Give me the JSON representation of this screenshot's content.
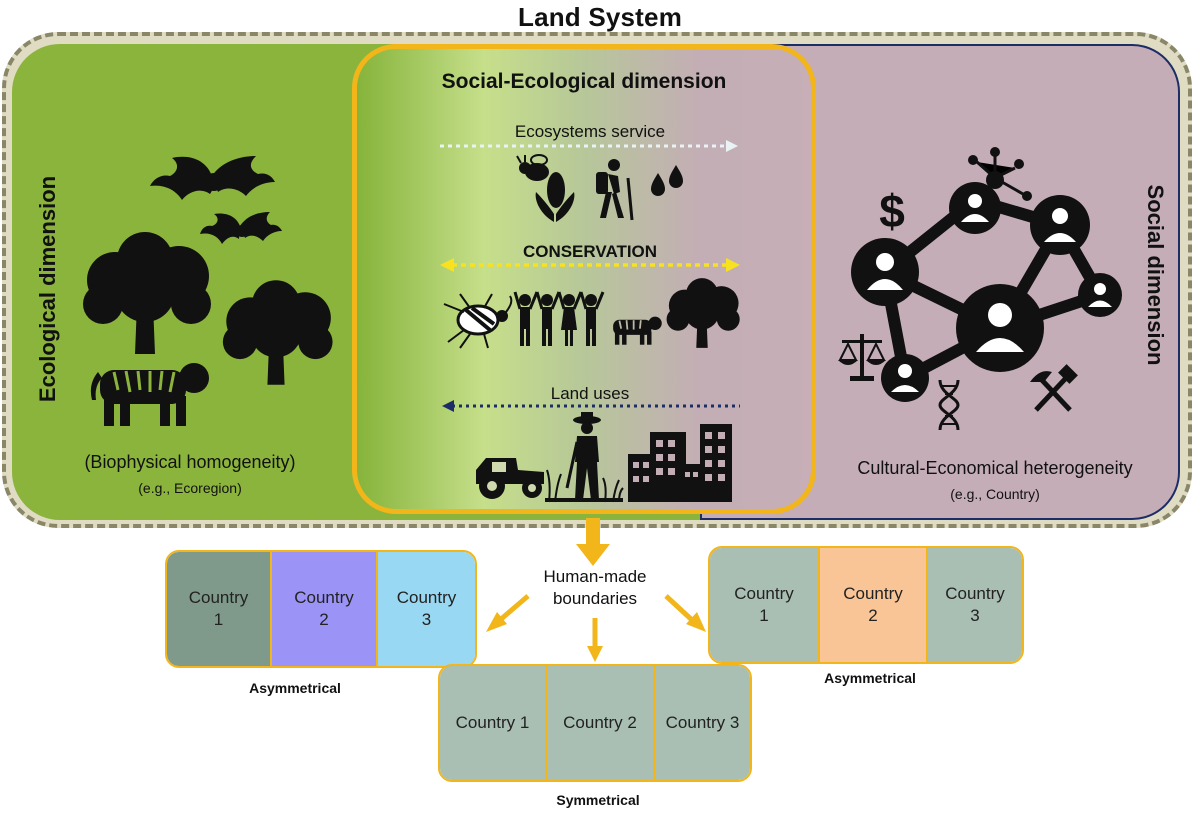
{
  "title": "Land System",
  "ecological": {
    "label": "Ecological dimension",
    "caption": "(Biophysical homogeneity)",
    "example": "(e.g., Ecoregion)"
  },
  "social": {
    "label": "Social dimension",
    "caption": "Cultural-Economical heterogeneity",
    "example": "(e.g., Country)",
    "currency_symbol": "$"
  },
  "social_ecological": {
    "title": "Social-Ecological dimension",
    "flows": [
      {
        "label": "Ecosystems service",
        "direction": "right",
        "color": "#e9f3f6"
      },
      {
        "label": "CONSERVATION",
        "direction": "both",
        "color": "#f8e21f"
      },
      {
        "label": "Land uses",
        "direction": "left",
        "color": "#1d2d66"
      }
    ]
  },
  "boundaries": {
    "label": "Human-made boundaries",
    "arrow_color": "#f2b51a",
    "groups": [
      {
        "label": "Asymmetrical",
        "countries": [
          {
            "name": "Country",
            "num": "1",
            "color": "#7f9a8b"
          },
          {
            "name": "Country",
            "num": "2",
            "color": "#9b93f6"
          },
          {
            "name": "Country",
            "num": "3",
            "color": "#99d8f2"
          }
        ]
      },
      {
        "label": "Symmetrical",
        "countries": [
          {
            "name": "Country 1",
            "color": "#a9bfb4"
          },
          {
            "name": "Country 2",
            "color": "#a9bfb4"
          },
          {
            "name": "Country 3",
            "color": "#a9bfb4"
          }
        ]
      },
      {
        "label": "Asymmetrical",
        "countries": [
          {
            "name": "Country",
            "num": "1",
            "color": "#a9bfb4"
          },
          {
            "name": "Country",
            "num": "2",
            "color": "#f9c596"
          },
          {
            "name": "Country",
            "num": "3",
            "color": "#a9bfb4"
          }
        ]
      }
    ]
  },
  "colors": {
    "ecological": "#8bb43c",
    "social": "#c5adb8",
    "frame": "#dfdcc3",
    "accent": "#f2b51a"
  },
  "icons": [
    "bat-icon",
    "tree-icon",
    "tiger-icon",
    "pollinator-icon",
    "corn-icon",
    "hiker-icon",
    "water-drop-icon",
    "insect-icon",
    "people-icon",
    "tractor-icon",
    "farmer-icon",
    "buildings-icon",
    "network-icon",
    "dollar-icon",
    "scales-icon",
    "dna-icon",
    "hammer-pick-icon"
  ]
}
